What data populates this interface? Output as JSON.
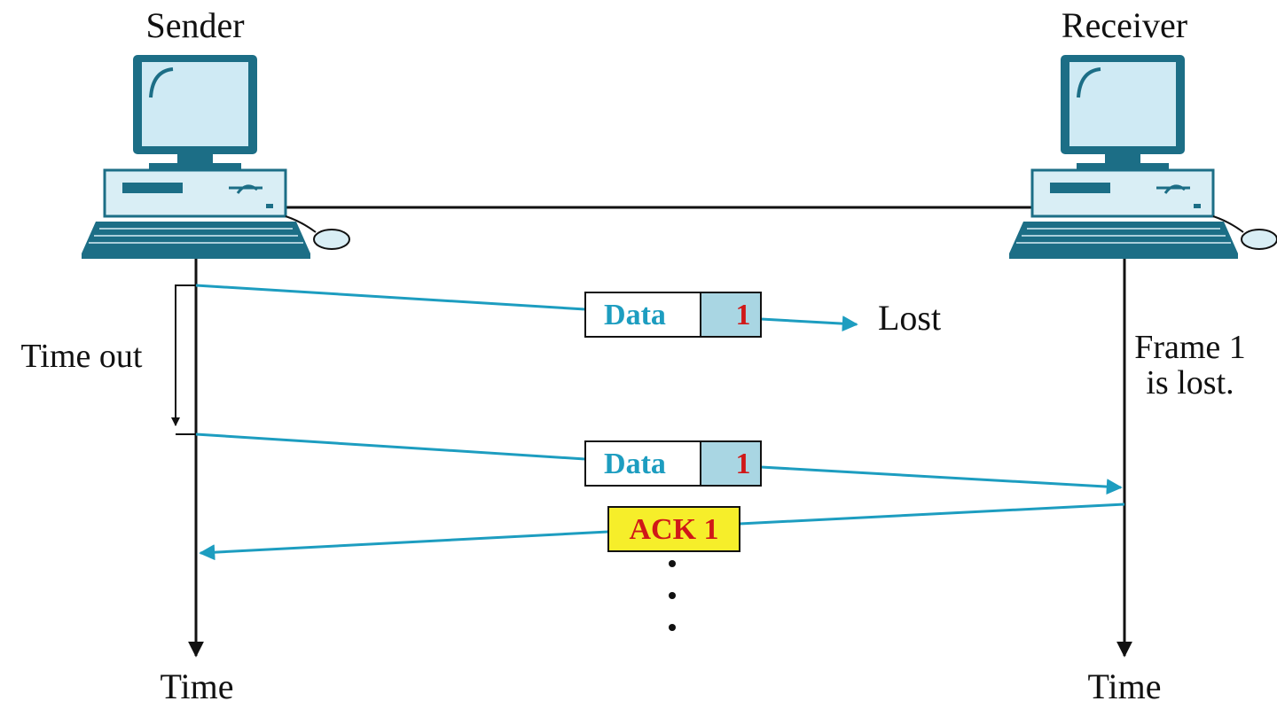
{
  "sender": {
    "label": "Sender",
    "time_label": "Time"
  },
  "receiver": {
    "label": "Receiver",
    "time_label": "Time"
  },
  "timeout_label": "Time out",
  "frames": [
    {
      "type": "Data",
      "seq": "1",
      "outcome": "Lost"
    },
    {
      "type": "Data",
      "seq": "1"
    }
  ],
  "ack": {
    "label": "ACK 1"
  },
  "receiver_note": [
    "Frame 1",
    "is lost."
  ],
  "colors": {
    "arrow": "#1d9dc0",
    "data_text": "#1d9dc0",
    "seq_text": "#d01818",
    "seq_fill": "#a9d6e3",
    "ack_fill": "#f6ee2a",
    "ack_text": "#d01818",
    "monitor": "#1c6e86",
    "screen": "#cfeaf4",
    "case": "#d9eef5"
  }
}
